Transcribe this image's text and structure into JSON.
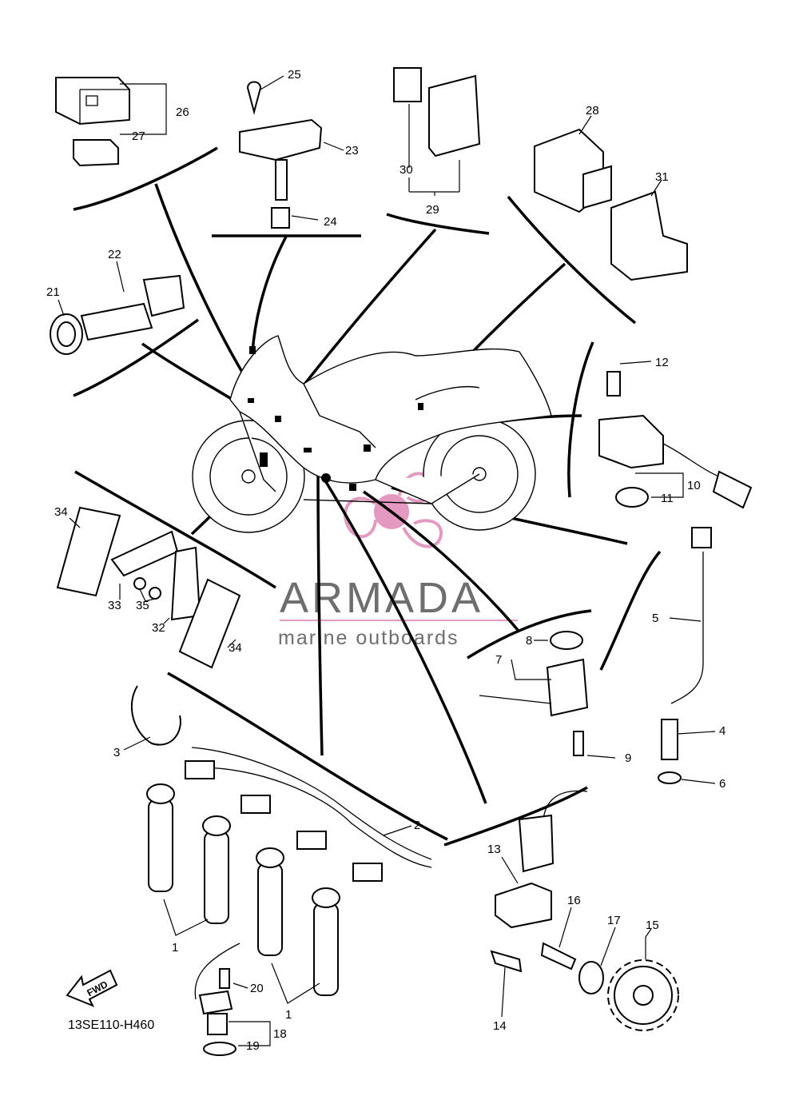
{
  "diagram": {
    "code": "13SE110-H460",
    "fwd_label": "FWD",
    "watermark": {
      "brand": "ARMADA",
      "tagline": "marine outboards",
      "color": "#e49ac0"
    },
    "callouts": {
      "c1a": "1",
      "c1b": "1",
      "c2": "2",
      "c3": "3",
      "c4": "4",
      "c5": "5",
      "c6": "6",
      "c7": "7",
      "c8": "8",
      "c9": "9",
      "c10": "10",
      "c11": "11",
      "c12": "12",
      "c13": "13",
      "c14": "14",
      "c15": "15",
      "c16": "16",
      "c17": "17",
      "c18": "18",
      "c19": "19",
      "c20": "20",
      "c21": "21",
      "c22": "22",
      "c23": "23",
      "c24": "24",
      "c25": "25",
      "c26": "26",
      "c27": "27",
      "c28": "28",
      "c29": "29",
      "c30": "30",
      "c31": "31",
      "c32": "32",
      "c33": "33",
      "c34a": "34",
      "c34b": "34",
      "c35": "35"
    }
  }
}
